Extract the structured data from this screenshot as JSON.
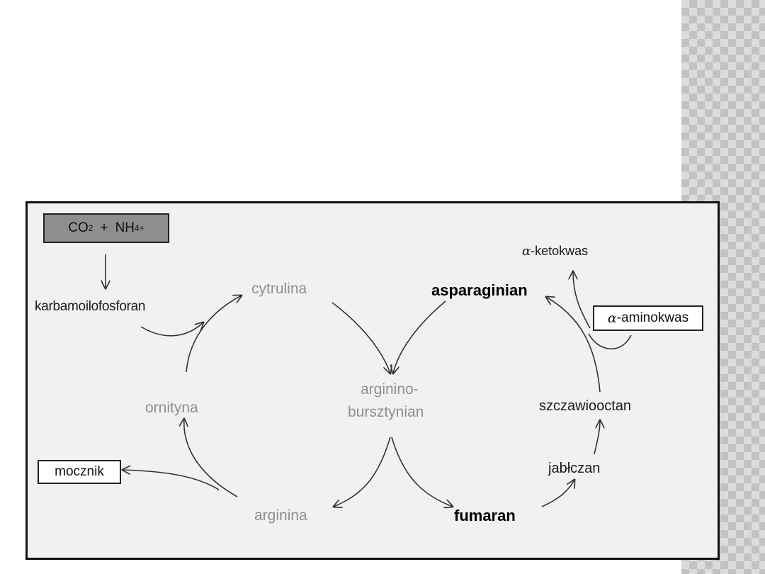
{
  "diagram": {
    "input_box": {
      "co2": "CO",
      "co2_sub": "2",
      "plus": "+",
      "nh4": "NH",
      "nh4_sub": "4",
      "nh4_sup": "+"
    },
    "nodes": {
      "karbamoilofosforan": "karbamoilofosforan",
      "cytrulina": "cytrulina",
      "ornityna": "ornityna",
      "arginina": "arginina",
      "argininobursztynian_line1": "arginino-",
      "argininobursztynian_line2": "bursztynian",
      "asparaginian": "asparaginian",
      "fumaran": "fumaran",
      "jablczan": "jabłczan",
      "szczawiooctan": "szczawiooctan",
      "ketokwas_prefix": "α",
      "ketokwas": "-ketokwas",
      "aminokwas_prefix": "α",
      "aminokwas": "-aminokwas",
      "mocznik": "mocznik"
    },
    "colors": {
      "side_pattern": "#c2c2c2",
      "figure_background": "#f1f1ef",
      "input_box_fill": "#8e8e8e"
    }
  }
}
